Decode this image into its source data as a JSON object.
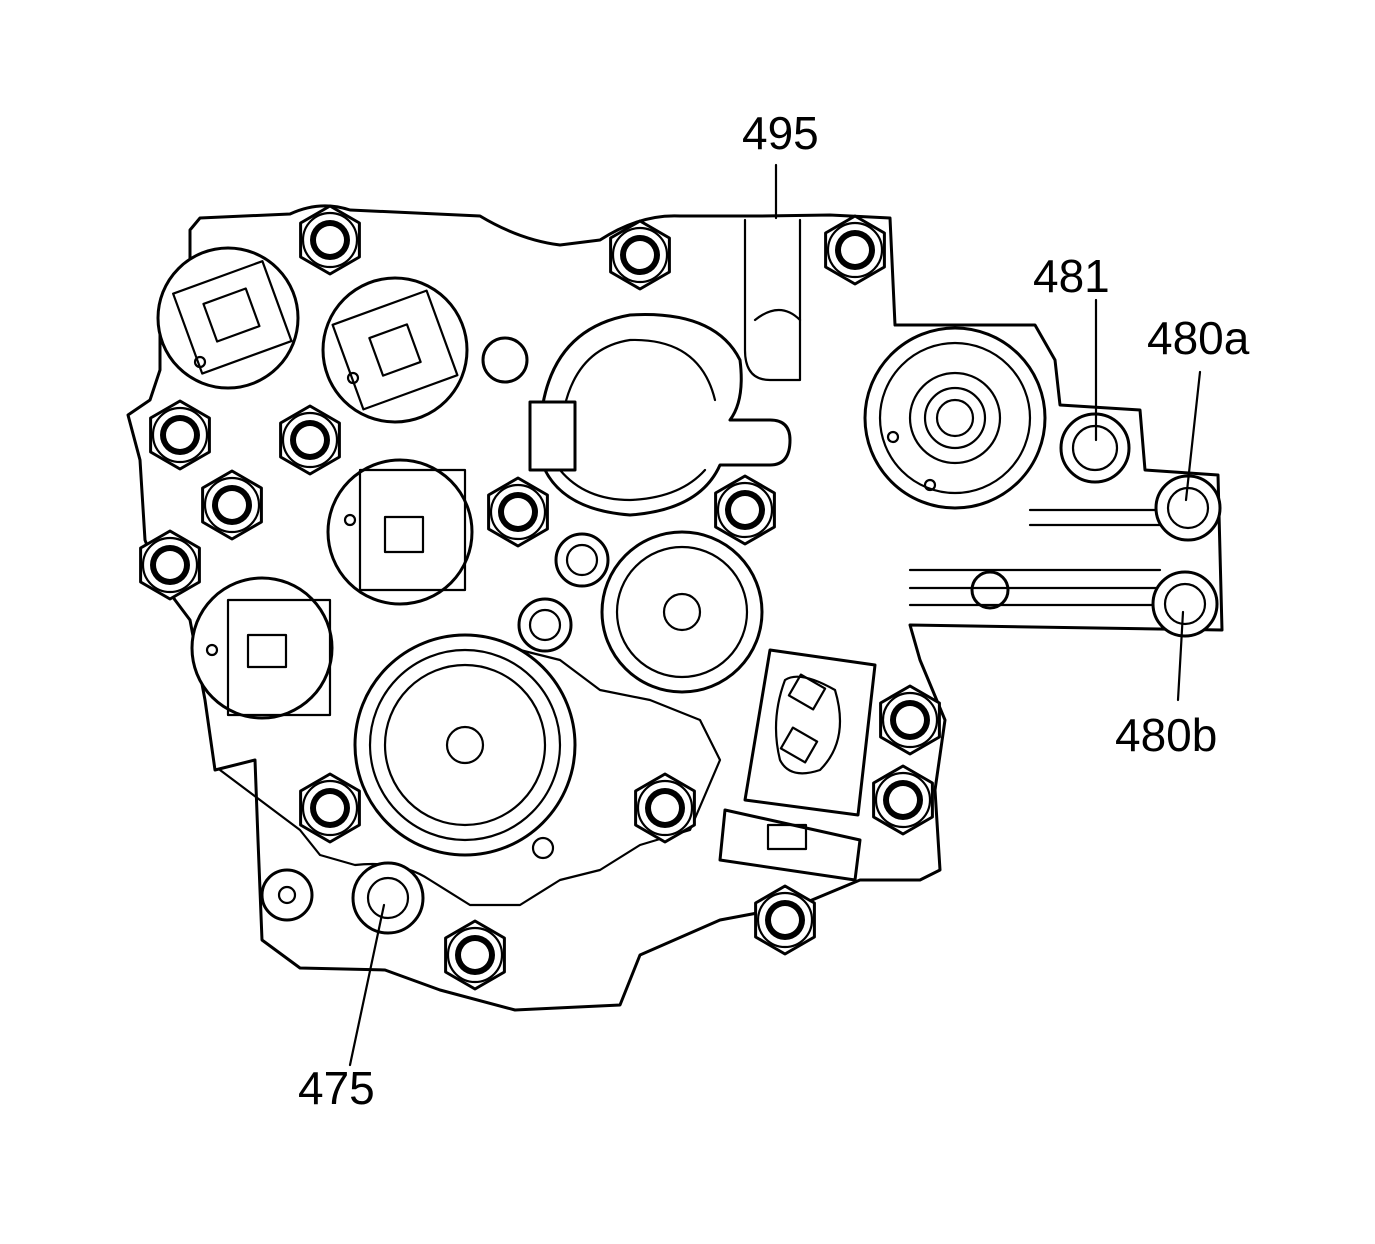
{
  "callouts": {
    "c495": "495",
    "c481": "481",
    "c480a": "480a",
    "c480b": "480b",
    "c475": "475"
  },
  "colors": {
    "line": "#000000",
    "background": "#ffffff"
  }
}
